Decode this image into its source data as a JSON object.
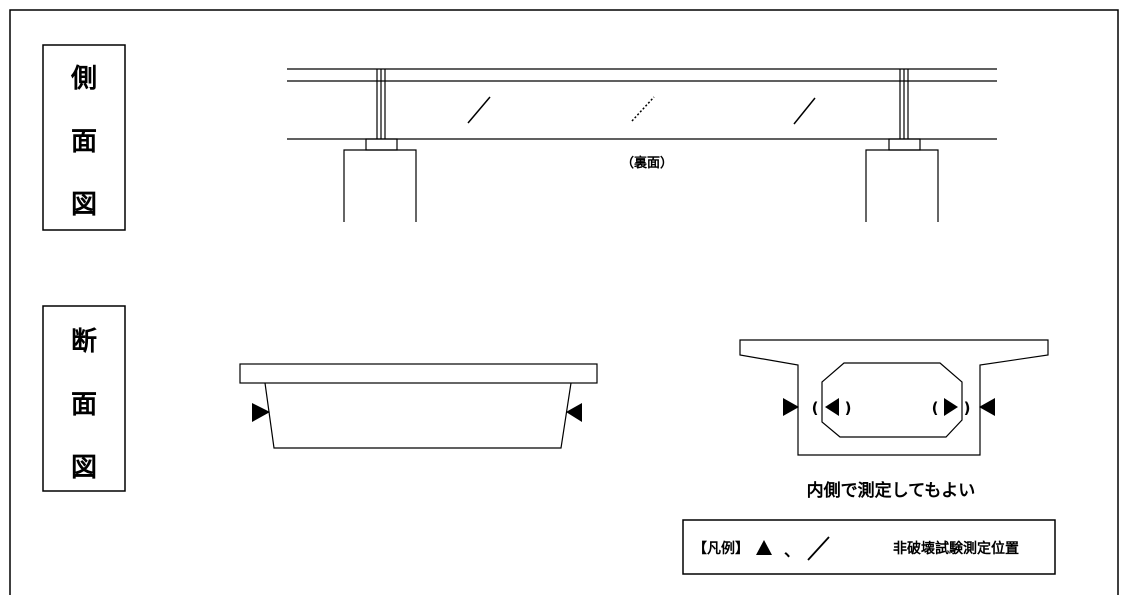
{
  "side_view": {
    "label_chars": [
      "側",
      "面",
      "図"
    ],
    "underside_note": "（裏面）"
  },
  "section_view": {
    "label_chars": [
      "断",
      "面",
      "図"
    ],
    "box_left_paren": "(",
    "box_right_paren": ")",
    "inside_note": "内側で測定してもよい"
  },
  "legend": {
    "bracket_label": "【凡例】",
    "symbols_separator": "、",
    "description": "非破壊試験測定位置"
  }
}
